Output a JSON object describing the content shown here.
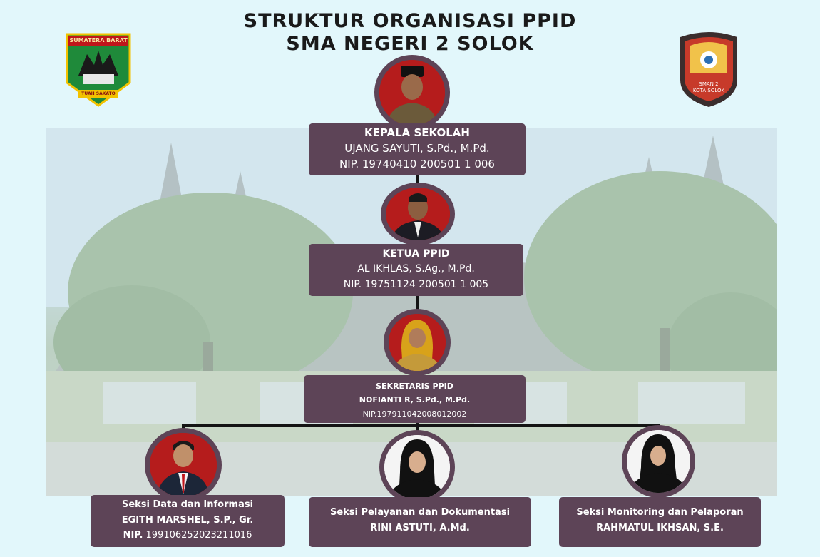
{
  "header": {
    "title_line1": "STRUKTUR ORGANISASI PPID",
    "title_line2": "SMA NEGERI 2 SOLOK"
  },
  "logos": {
    "left": {
      "top_text": "SUMATERA BARAT",
      "motto": "TUAH SAKATO"
    },
    "right": {
      "line1": "SMAN 2",
      "line2": "KOTA SOLOK"
    }
  },
  "nodes": {
    "kepala": {
      "role": "KEPALA SEKOLAH",
      "name": "UJANG SAYUTI, S.Pd., M.Pd.",
      "nip": "NIP.  19740410 200501 1 006"
    },
    "ketua": {
      "role": "KETUA PPID",
      "name": "AL IKHLAS, S.Ag., M.Pd.",
      "nip": "NIP. 19751124 200501 1 005"
    },
    "sekretaris": {
      "role": "SEKRETARIS PPID",
      "name": "NOFIANTI R, S.Pd., M.Pd.",
      "nip": "NIP.197911042008012002"
    },
    "seksi_data": {
      "role": "Seksi Data dan Informasi",
      "name": "EGITH MARSHEL, S.P., Gr.",
      "nip_label": "NIP.",
      "nip": " 199106252023211016"
    },
    "seksi_pelayanan": {
      "role": "Seksi Pelayanan dan Dokumentasi",
      "name": "RINI ASTUTI, A.Md."
    },
    "seksi_monitoring": {
      "role": "Seksi Monitoring dan Pelaporan",
      "name": "RAHMATUL IKHSAN, S.E."
    }
  },
  "colors": {
    "page_bg": "#e2f7fb",
    "box_bg": "#5d4457",
    "connector": "#141414",
    "photo_red_bg": "#b51c1c"
  }
}
